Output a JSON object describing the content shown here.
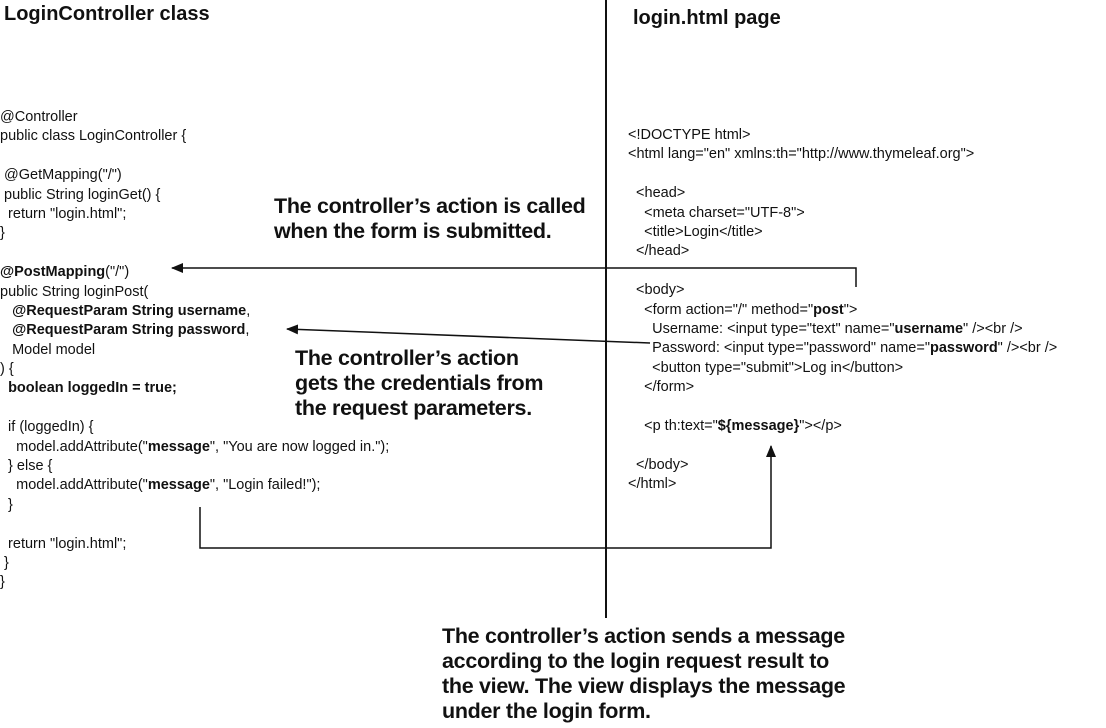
{
  "headings": {
    "left": "LoginController class",
    "right": "login.html page"
  },
  "controller_code": [
    [
      {
        "t": "@Controller"
      }
    ],
    [
      {
        "t": "public class LoginController {"
      }
    ],
    [
      {
        "t": ""
      }
    ],
    [
      {
        "t": " @GetMapping(\"/\")"
      }
    ],
    [
      {
        "t": " public String loginGet() {"
      }
    ],
    [
      {
        "t": "  return \"login.html\";"
      }
    ],
    [
      {
        "t": "}"
      }
    ],
    [
      {
        "t": ""
      }
    ],
    [
      {
        "t": "@PostMapping",
        "b": true
      },
      {
        "t": "(\"/\")"
      }
    ],
    [
      {
        "t": "public String loginPost("
      }
    ],
    [
      {
        "t": "   "
      },
      {
        "t": "@RequestParam String username",
        "b": true
      },
      {
        "t": ","
      }
    ],
    [
      {
        "t": "   "
      },
      {
        "t": "@RequestParam String password",
        "b": true
      },
      {
        "t": ","
      }
    ],
    [
      {
        "t": "   Model model"
      }
    ],
    [
      {
        "t": ") {"
      }
    ],
    [
      {
        "t": "  "
      },
      {
        "t": "boolean loggedIn = true;",
        "b": true
      }
    ],
    [
      {
        "t": ""
      }
    ],
    [
      {
        "t": "  if (loggedIn) {"
      }
    ],
    [
      {
        "t": "    model.addAttribute(\""
      },
      {
        "t": "message",
        "b": true
      },
      {
        "t": "\", \"You are now logged in.\");"
      }
    ],
    [
      {
        "t": "  } else {"
      }
    ],
    [
      {
        "t": "    model.addAttribute(\""
      },
      {
        "t": "message",
        "b": true
      },
      {
        "t": "\", \"Login failed!\");"
      }
    ],
    [
      {
        "t": "  }"
      }
    ],
    [
      {
        "t": ""
      }
    ],
    [
      {
        "t": "  return \"login.html\";"
      }
    ],
    [
      {
        "t": " }"
      }
    ],
    [
      {
        "t": "}"
      }
    ]
  ],
  "html_code": [
    [
      {
        "t": "<!DOCTYPE html>"
      }
    ],
    [
      {
        "t": "<html lang=\"en\" xmlns:th=\"http://www.thymeleaf.org\">"
      }
    ],
    [
      {
        "t": ""
      }
    ],
    [
      {
        "t": "  <head>"
      }
    ],
    [
      {
        "t": "    <meta charset=\"UTF-8\">"
      }
    ],
    [
      {
        "t": "    <title>Login</title>"
      }
    ],
    [
      {
        "t": "  </head>"
      }
    ],
    [
      {
        "t": ""
      }
    ],
    [
      {
        "t": "  <body>"
      }
    ],
    [
      {
        "t": "    <form action=\"/\" method=\""
      },
      {
        "t": "post",
        "b": true
      },
      {
        "t": "\">"
      }
    ],
    [
      {
        "t": "      Username: <input type=\"text\" name=\""
      },
      {
        "t": "username",
        "b": true
      },
      {
        "t": "\" /><br />"
      }
    ],
    [
      {
        "t": "      Password: <input type=\"password\" name=\""
      },
      {
        "t": "password",
        "b": true
      },
      {
        "t": "\" /><br />"
      }
    ],
    [
      {
        "t": "      <button type=\"submit\">Log in</button>"
      }
    ],
    [
      {
        "t": "    </form>"
      }
    ],
    [
      {
        "t": ""
      }
    ],
    [
      {
        "t": "    <p th:text=\""
      },
      {
        "t": "${message}",
        "b": true
      },
      {
        "t": "\"></p>"
      }
    ],
    [
      {
        "t": ""
      }
    ],
    [
      {
        "t": "  </body>"
      }
    ],
    [
      {
        "t": "</html>"
      }
    ]
  ],
  "callouts": {
    "form_submit": [
      "The controller’s action is called",
      "when the form is submitted."
    ],
    "credentials": [
      "The controller’s action",
      "gets the credentials from",
      "the request parameters."
    ],
    "message": [
      "The controller’s action sends a message",
      "according to the login request result to",
      "the view. The view displays the message",
      "under the login form."
    ]
  },
  "colors": {
    "ink": "#111111",
    "background": "#ffffff"
  }
}
